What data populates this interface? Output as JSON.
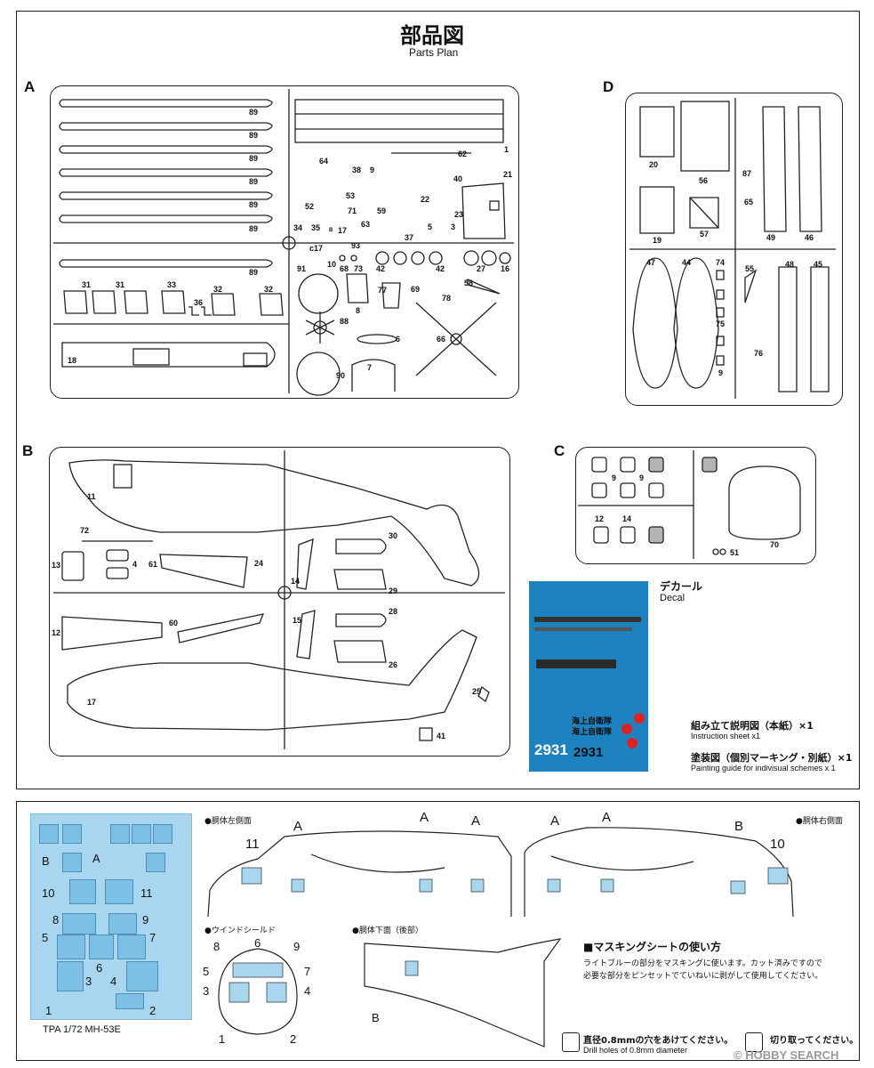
{
  "header": {
    "title_jp": "部品図",
    "title_en": "Parts Plan"
  },
  "sections": {
    "a": "A",
    "b": "B",
    "c": "C",
    "d": "D"
  },
  "runner_a_numbers": [
    "89",
    "89",
    "89",
    "89",
    "89",
    "89",
    "89",
    "31",
    "31",
    "33",
    "36",
    "32",
    "32",
    "18",
    "1",
    "62",
    "64",
    "38",
    "9",
    "40",
    "52",
    "53",
    "22",
    "21",
    "71",
    "59",
    "23",
    "34",
    "35",
    "B",
    "17",
    "63",
    "37",
    "5",
    "3",
    "c17",
    "93",
    "10",
    "68",
    "73",
    "42",
    "42",
    "27",
    "16",
    "91",
    "69",
    "78",
    "58",
    "77",
    "8",
    "88",
    "6",
    "66",
    "90",
    "7"
  ],
  "runner_b_numbers": [
    "11",
    "72",
    "13",
    "4",
    "61",
    "24",
    "14",
    "30",
    "29",
    "12",
    "60",
    "15",
    "28",
    "26",
    "25",
    "17",
    "41"
  ],
  "runner_c_numbers": [
    "9",
    "9",
    "12",
    "14",
    "70",
    "51"
  ],
  "runner_d_numbers": [
    "20",
    "56",
    "87",
    "19",
    "57",
    "65",
    "49",
    "46",
    "47",
    "44",
    "74",
    "55",
    "48",
    "45",
    "75",
    "76",
    "9"
  ],
  "decal": {
    "title_jp": "デカール",
    "title_en": "Decal",
    "numbers_1": "2931",
    "numbers_2": "2931",
    "jp_lines": [
      "海上自衛隊",
      "海上自衛隊"
    ]
  },
  "contents": [
    {
      "jp": "組み立て説明図（本紙）×1",
      "en": "Instruction sheet x1"
    },
    {
      "jp": "塗装図（個別マーキング・別紙）×1",
      "en": "Painting guide for indivisual schemes  x 1"
    }
  ],
  "mask": {
    "brand": "TPA  1/72  MH-53E",
    "labels": [
      "B",
      "A",
      "10",
      "11",
      "8",
      "9",
      "5",
      "7",
      "6",
      "3",
      "4",
      "1",
      "2"
    ],
    "left_side": "●胴体左側面",
    "right_side": "●胴体右側面",
    "windshield": "●ウインドシールド",
    "underside": "●胴体下面（後部）",
    "side_letters_left": [
      "A",
      "A",
      "A",
      "11"
    ],
    "side_letters_right": [
      "A",
      "A",
      "B",
      "10"
    ],
    "windshield_numbers": [
      "8",
      "6",
      "9",
      "5",
      "7",
      "3",
      "4",
      "1",
      "2"
    ],
    "underside_letter": "B",
    "howto_title": "■マスキングシートの使い方",
    "howto_text_1": "ライトブルーの部分をマスキングに使います。カット済みですので",
    "howto_text_2": "必要な部分をピンセットでていねいに剥がして使用してください。"
  },
  "footer": {
    "drill_jp": "直径0.8mmの穴をあけてください。",
    "drill_en": "Drill holes of 0.8mm diameter",
    "cut_jp": "切り取ってください。",
    "watermark": "© HOBBY SEARCH"
  },
  "colors": {
    "mask_blue": "#a9d6ef",
    "decal_blue": "#1f82c0",
    "gray": "#b4b4b4"
  }
}
